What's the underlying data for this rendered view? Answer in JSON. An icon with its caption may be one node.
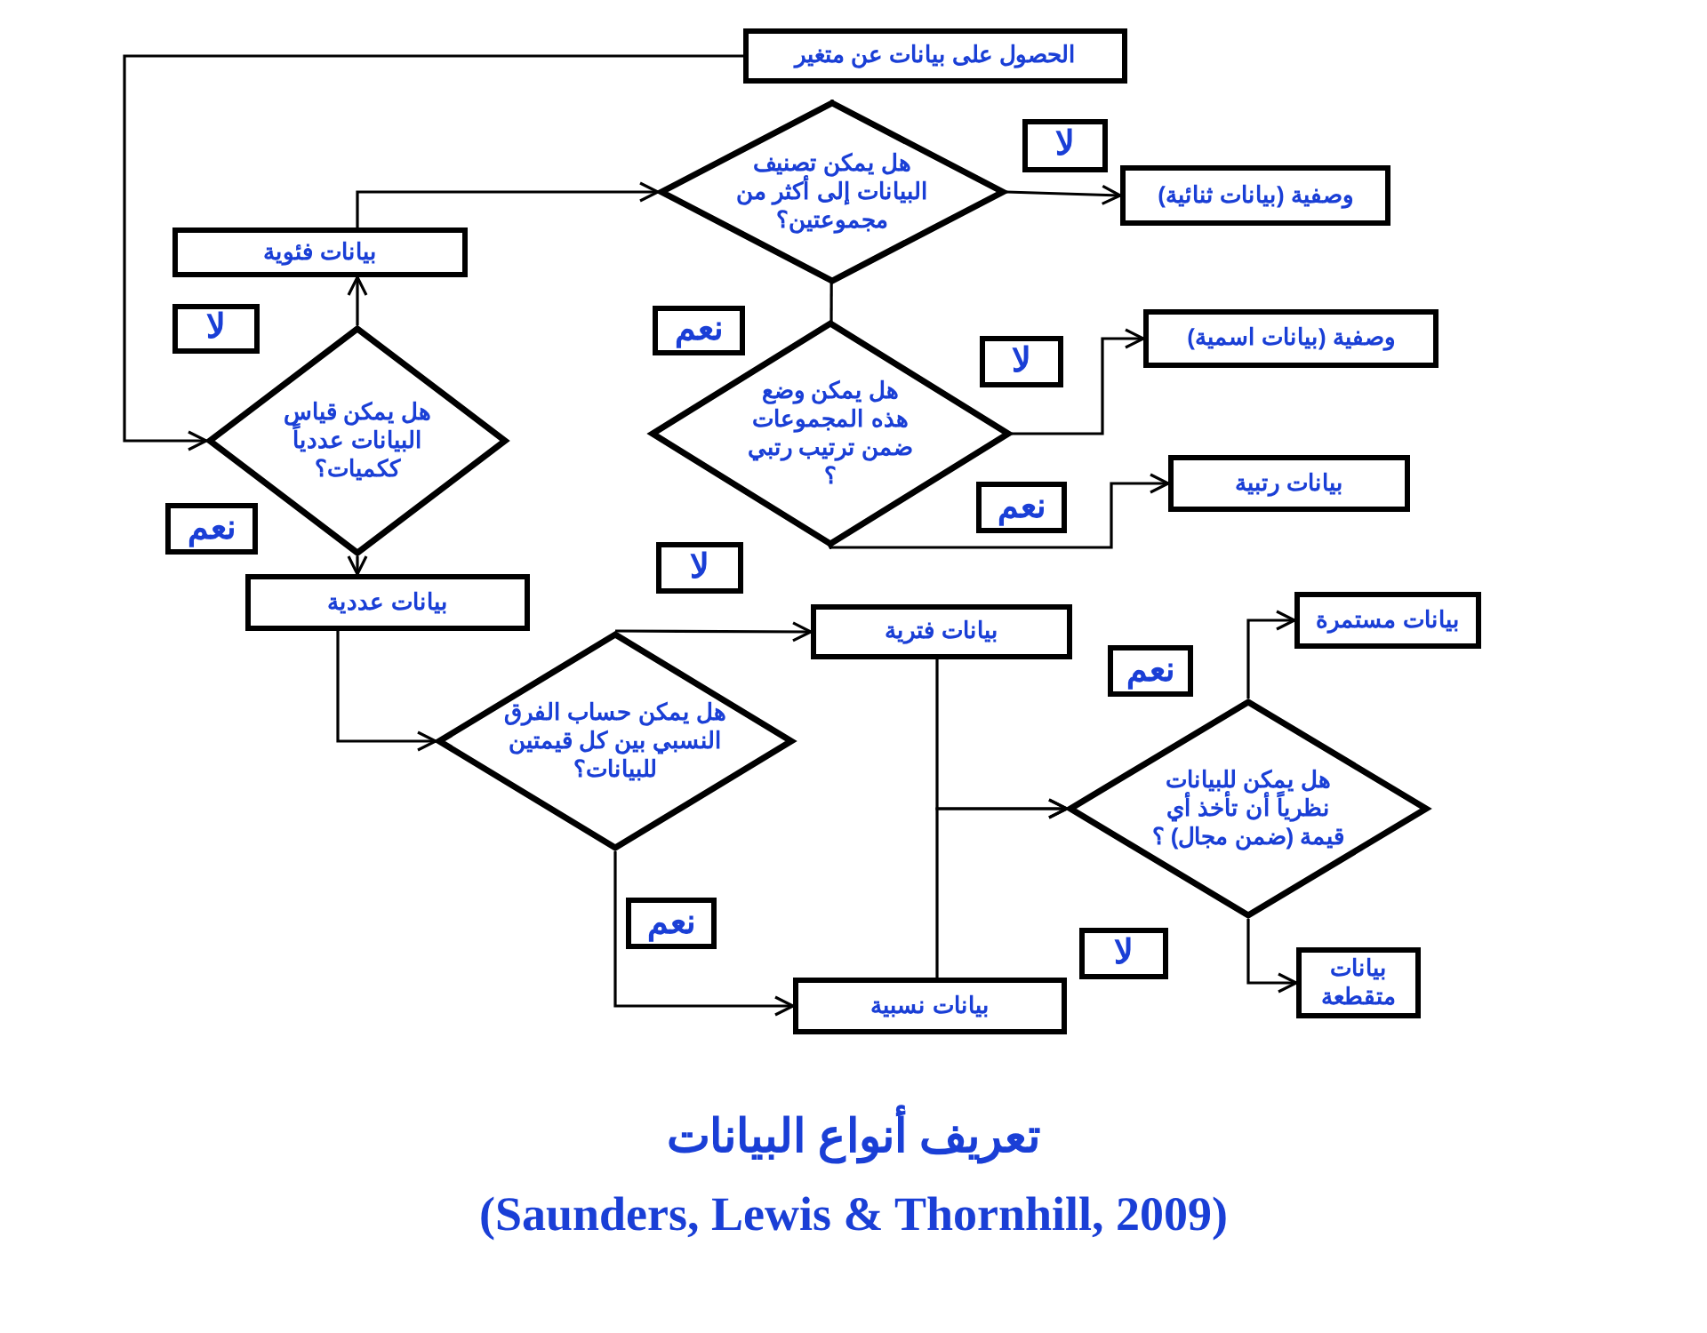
{
  "diagram": {
    "title": "تعريف أنواع البيانات",
    "caption": "(Saunders, Lewis & Thornhill, 2009)",
    "nodes": [
      {
        "text": [
          "الحصول على بيانات عن متغير"
        ]
      },
      {
        "text": [
          "هل يمكن قياس البيانات عددياً ككميات؟"
        ]
      },
      {
        "text": [
          "بيانات فئوية"
        ]
      },
      {
        "text": [
          "هل يمكن تصنيف البيانات إلى أكثر من مجموعتين؟"
        ]
      },
      {
        "text": [
          "وصفية (بيانات ثنائية)"
        ]
      },
      {
        "text": [
          "هل يمكن وضع هذه المجموعات ضمن ترتيب رتبي ؟"
        ]
      },
      {
        "text": [
          "وصفية (بيانات اسمية)"
        ]
      },
      {
        "text": [
          "بيانات رتبية"
        ]
      },
      {
        "text": [
          "بيانات عددية"
        ]
      },
      {
        "text": [
          "هل يمكن حساب الفرق النسبي بين كل قيمتين للبيانات؟"
        ]
      },
      {
        "text": [
          "بيانات فترية"
        ]
      },
      {
        "text": [
          "بيانات نسبية"
        ]
      },
      {
        "text": [
          "هل يمكن للبيانات نظرياً أن تأخذ أي قيمة (ضمن مجال) ؟"
        ]
      },
      {
        "text": [
          "بيانات مستمرة"
        ]
      },
      {
        "text": [
          "بيانات متقطعة"
        ]
      },
      {
        "text": [
          "لا"
        ]
      },
      {
        "text": [
          "لا"
        ]
      },
      {
        "text": [
          "نعم"
        ]
      },
      {
        "text": [
          "لا"
        ]
      },
      {
        "text": [
          "نعم"
        ]
      },
      {
        "text": [
          "نعم"
        ]
      },
      {
        "text": [
          "لا"
        ]
      },
      {
        "text": [
          "نعم"
        ]
      },
      {
        "text": [
          "نعم"
        ]
      },
      {
        "text": [
          "لا"
        ]
      }
    ],
    "edges": [
      {
        "from": 0,
        "to": 1,
        "arrow": "to"
      },
      {
        "from": 1,
        "to": 2,
        "arrow": "to"
      },
      {
        "from": 2,
        "to": 3,
        "arrow": "to"
      },
      {
        "from": 3,
        "to": 4,
        "arrow": "to"
      },
      {
        "from": 3,
        "to": 5,
        "arrow": "to"
      },
      {
        "from": 5,
        "to": 6,
        "arrow": "to"
      },
      {
        "from": 5,
        "to": 7,
        "arrow": "to"
      },
      {
        "from": 1,
        "to": 8,
        "arrow": "to"
      },
      {
        "from": 8,
        "to": 9,
        "arrow": "to"
      },
      {
        "from": 9,
        "to": 10,
        "arrow": "to"
      },
      {
        "from": 9,
        "to": 11,
        "arrow": "to"
      },
      {
        "from": 10,
        "to": 12,
        "arrow": "to"
      },
      {
        "from": 11,
        "to": 12,
        "arrow": "to"
      },
      {
        "from": 12,
        "to": 13,
        "arrow": "to"
      },
      {
        "from": 12,
        "to": 14,
        "arrow": "to"
      }
    ]
  }
}
